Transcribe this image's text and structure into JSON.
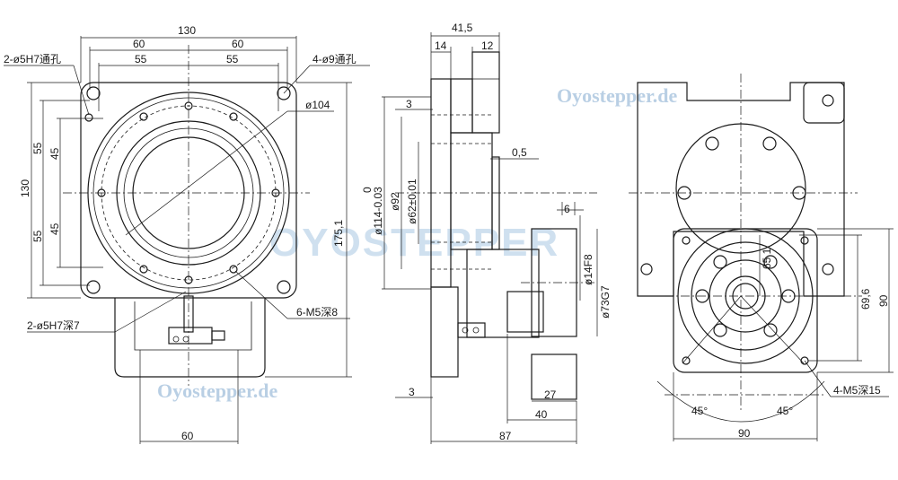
{
  "watermarks": {
    "top": "Oyostepper.de",
    "bottom": "Oyostepper.de",
    "logo": "OYOSTEPPER"
  },
  "left_view": {
    "width_130": "130",
    "left_60": "60",
    "right_60": "60",
    "left_55": "55",
    "right_55": "55",
    "height_130": "130",
    "v55_top": "55",
    "v45_top": "45",
    "v45_bot": "45",
    "v55_bot": "55",
    "height_175": "175,1",
    "dia104": "ø104",
    "holes_pin_top": "2-ø5H7通孔",
    "holes_through": "4-ø9通孔",
    "holes_pin_bot": "2-ø5H7深7",
    "holes_m5": "6-M5深8",
    "bottom_60": "60"
  },
  "side_view": {
    "w41_5": "41,5",
    "w14": "14",
    "w12": "12",
    "d3_top": "3",
    "d0_5": "0,5",
    "d114": "0\nø114-0.03",
    "d114_a": "0",
    "d114_b": "ø114-0.03",
    "d92": "ø92",
    "d62": "ø62±0.01",
    "d6": "6",
    "d14": "ø14F8",
    "d73": "ø73G7",
    "d3_bot": "3",
    "d27": "27",
    "d40": "40",
    "d87": "87"
  },
  "right_view": {
    "d65": "65,1",
    "d69": "69,6",
    "d90v": "90",
    "angle1": "45°",
    "angle2": "45°",
    "holes_m5": "4-M5深15",
    "d90h": "90"
  }
}
